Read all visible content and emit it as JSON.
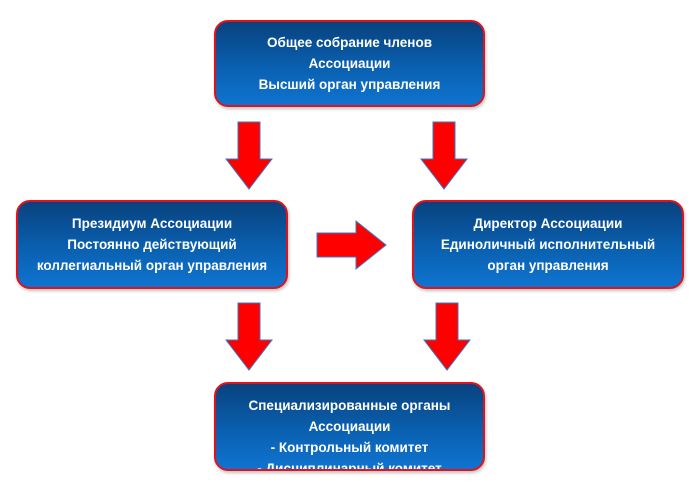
{
  "boxes": {
    "general_meeting": [
      "Общее собрание членов",
      "Ассоциации",
      "Высший орган управления"
    ],
    "presidium": [
      "Президиум Ассоциации",
      "Постоянно действующий",
      "коллегиальный орган управления"
    ],
    "director": [
      "Директор Ассоциации",
      "Единоличный исполнительный",
      "орган управления"
    ],
    "specialized": [
      "Специализированные органы",
      "Ассоциации",
      "- Контрольный комитет",
      "- Дисциплинарный комитет"
    ]
  },
  "colors": {
    "box": "#0a60b0",
    "border": "#e0121c",
    "arrow": "#ff0000"
  }
}
